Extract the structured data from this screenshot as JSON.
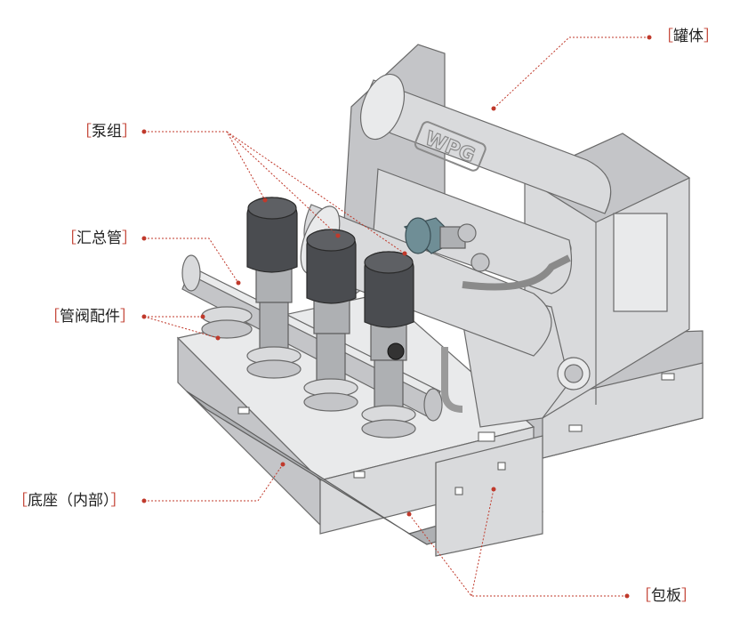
{
  "labels": {
    "tank": "罐体",
    "pump_group": "泵组",
    "manifold": "汇总管",
    "valve_fittings": "管阀配件",
    "base_interior": "底座（内部）",
    "cladding": "包板"
  },
  "brackets": {
    "open": "［",
    "close": "］"
  },
  "logo_text": "WPG",
  "colors": {
    "leader": "#c0392b",
    "machine": "#c4c5c8",
    "motor": "#4a4c50"
  }
}
